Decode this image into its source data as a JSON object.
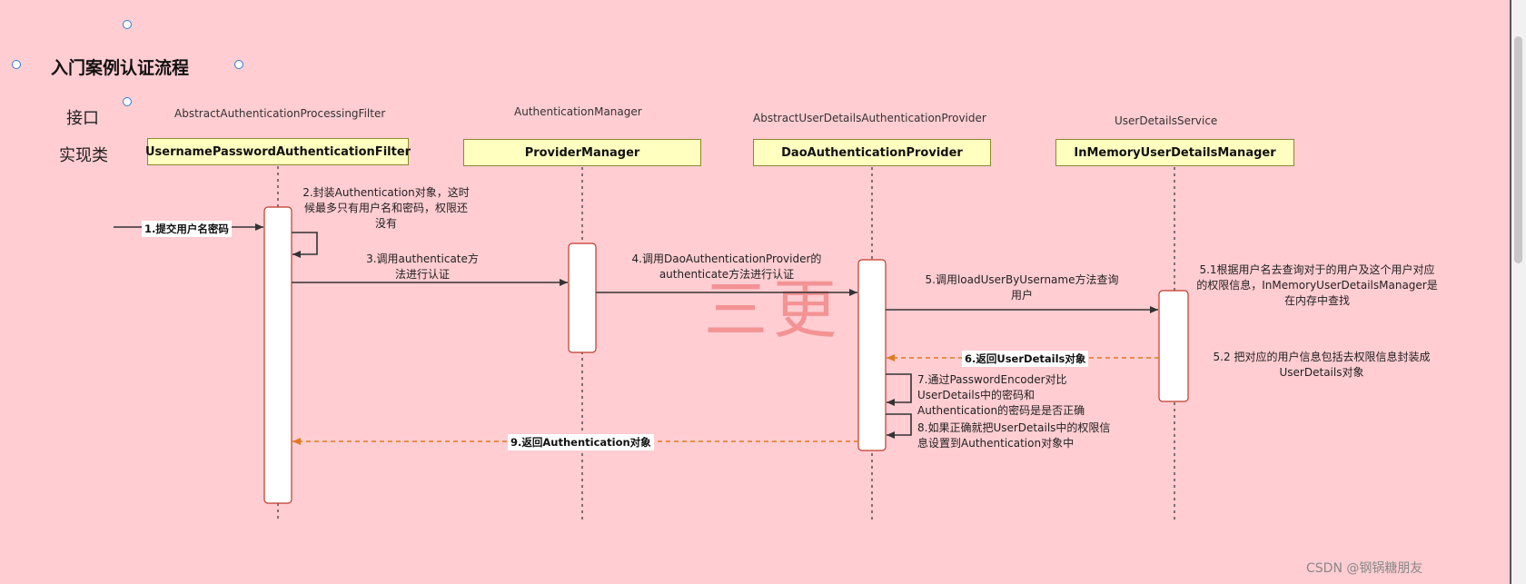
{
  "title": "入门案例认证流程",
  "row_labels": {
    "interface": "接口",
    "implementation": "实现类"
  },
  "participants": [
    {
      "interface": "AbstractAuthenticationProcessingFilter",
      "impl": "UsernamePasswordAuthenticationFilter"
    },
    {
      "interface": "AuthenticationManager",
      "impl": "ProviderManager"
    },
    {
      "interface": "AbstractUserDetailsAuthenticationProvider",
      "impl": "DaoAuthenticationProvider"
    },
    {
      "interface": "UserDetailsService",
      "impl": "InMemoryUserDetailsManager"
    }
  ],
  "messages": {
    "m1": "1.提交用户名密码",
    "m2": "2.封装Authentication对象，这时候最多只有用户名和密码，权限还没有",
    "m3": "3.调用authenticate方法进行认证",
    "m4": "4.调用DaoAuthenticationProvider的authenticate方法进行认证",
    "m5": "5.调用loadUserByUsername方法查询用户",
    "m51": "5.1根据用户名去查询对于的用户及这个用户对应的权限信息，InMemoryUserDetailsManager是在内存中查找",
    "m52": "5.2 把对应的用户信息包括去权限信息封装成UserDetails对象",
    "m6": "6.返回UserDetails对象",
    "m7": "7.通过PasswordEncoder对比UserDetails中的密码和Authentication的密码是是否正确",
    "m8": "8.如果正确就把UserDetails中的权限信息设置到Authentication对象中",
    "m9": "9.返回Authentication对象"
  },
  "watermark": "三更",
  "credit": "CSDN @钢锅糖朋友",
  "colors": {
    "canvas": "#ffcdd2",
    "impl_fill": "#ffffc0",
    "return_arrow": "#e07a1f"
  }
}
